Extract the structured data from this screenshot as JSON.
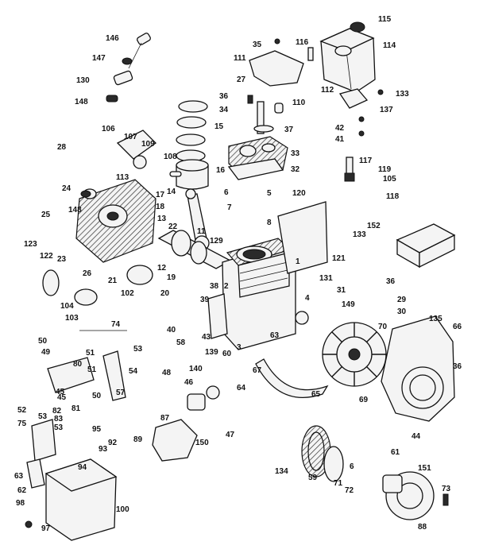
{
  "diagram": {
    "callouts": [
      "146",
      "147",
      "130",
      "148",
      "115",
      "114",
      "35",
      "116",
      "111",
      "27",
      "36",
      "34",
      "110",
      "37",
      "112",
      "133",
      "137",
      "42",
      "41",
      "106",
      "107",
      "109",
      "28",
      "15",
      "33",
      "32",
      "113",
      "108",
      "16",
      "14",
      "24",
      "6",
      "5",
      "117",
      "119",
      "105",
      "118",
      "148",
      "17",
      "120",
      "25",
      "18",
      "13",
      "7",
      "8",
      "22",
      "11",
      "129",
      "133",
      "152",
      "123",
      "122",
      "23",
      "26",
      "12",
      "1",
      "121",
      "21",
      "19",
      "131",
      "104",
      "20",
      "38",
      "39",
      "2",
      "36",
      "31",
      "102",
      "29",
      "30",
      "135",
      "4",
      "149",
      "103",
      "74",
      "66",
      "70",
      "40",
      "43",
      "3",
      "63",
      "58",
      "36",
      "50",
      "49",
      "51",
      "53",
      "80",
      "139",
      "60",
      "51",
      "54",
      "140",
      "67",
      "45",
      "57",
      "50",
      "48",
      "46",
      "64",
      "65",
      "52",
      "82",
      "81",
      "45",
      "69",
      "83",
      "53",
      "75",
      "53",
      "87",
      "89",
      "150",
      "47",
      "95",
      "92",
      "93",
      "94",
      "63",
      "62",
      "134",
      "59",
      "61",
      "44",
      "6",
      "71",
      "72",
      "151",
      "73",
      "98",
      "97",
      "100",
      "88"
    ]
  }
}
